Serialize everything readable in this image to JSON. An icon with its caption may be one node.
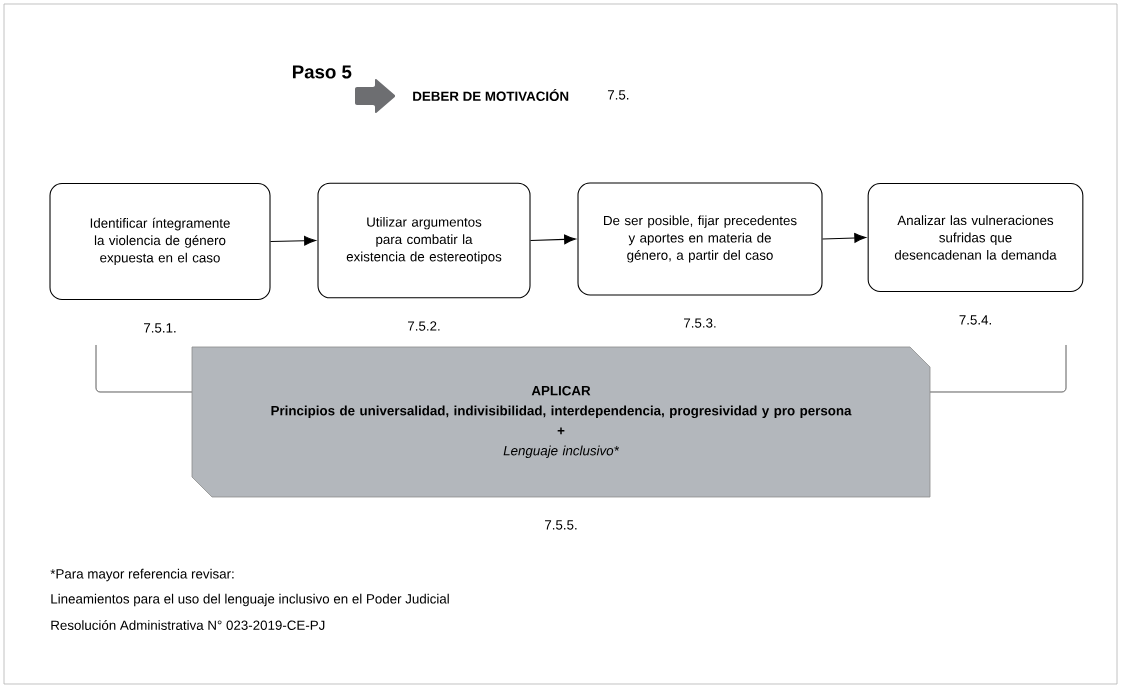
{
  "diagram": {
    "title": "Paso 5",
    "nodes": [
      {
        "text": [
          "Identificar íntegramente la violencia de género expuesta en el caso"
        ],
        "beside": [
          "7.5.1."
        ]
      },
      {
        "text": [
          "Utilizar argumentos para combatir la existencia de estereotipos"
        ],
        "beside": [
          "7.5.2."
        ]
      },
      {
        "text": [
          "De ser posible, fijar precedentes y aportes en materia de género, a partir del caso"
        ],
        "beside": [
          "7.5.3."
        ]
      },
      {
        "text": [
          "Analizar las vulneraciones sufridas que desencadenan la demanda"
        ],
        "beside": [
          "7.5.4."
        ]
      },
      {
        "text": [
          "APLICAR",
          "Principios de universalidad, indivisibilidad, interdependencia, progresividad y pro persona",
          "+",
          "Lenguaje inclusivo*"
        ],
        "beside": [
          "7.5.5."
        ]
      }
    ],
    "edges": [
      {
        "from": 0,
        "to": 1,
        "arrow": "to"
      },
      {
        "from": 1,
        "to": 2,
        "arrow": "to"
      },
      {
        "from": 2,
        "to": 3,
        "arrow": "to"
      }
    ],
    "labels": [
      "DEBER DE MOTIVACIÓN",
      "7.5.",
      "*Para mayor referencia revisar:",
      "Lineamientos para el uso del lenguaje inclusivo en el Poder Judicial",
      "Resolución Administrativa N° 023-2019-CE-PJ"
    ]
  }
}
